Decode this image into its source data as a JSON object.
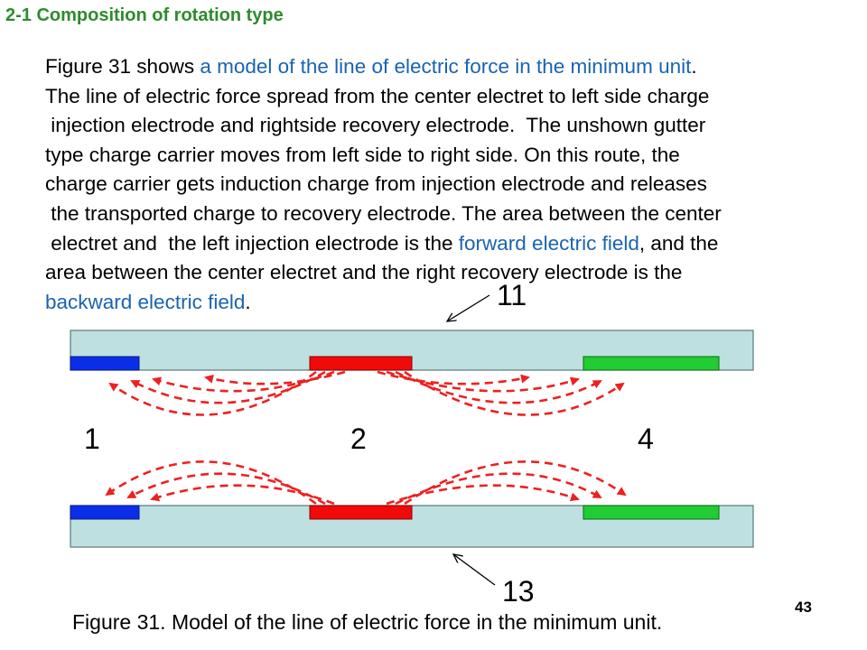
{
  "slide": {
    "title": "2-1 Composition of rotation type",
    "paragraph": [
      [
        "Figure 31 shows ",
        "a model of the line of electric force in the minimum unit",
        "."
      ],
      [
        "The line of electric force spread from the center electret to left side charge"
      ],
      [
        " injection electrode and rightside recovery electrode.  The unshown gutter"
      ],
      [
        "type charge carrier moves from left side to right side. On this route, the"
      ],
      [
        "charge carrier gets induction charge from injection electrode and releases"
      ],
      [
        " the transported charge to recovery electrode. The area between the center"
      ],
      [
        " electret and  the left injection electrode is the ",
        "forward electric field",
        ", and the"
      ],
      [
        "area between the center electret and the right recovery electrode is the"
      ],
      [
        "",
        "backward electric field",
        "."
      ]
    ],
    "caption": "Figure 31. Model of the line of electric force in the minimum unit.",
    "page_number": "43"
  },
  "diagram": {
    "labels": {
      "top_plate": "11",
      "bottom_plate": "13",
      "left_region": "1",
      "center_region": "2",
      "right_region": "4"
    },
    "colors": {
      "plate_fill": "#bfe0e0",
      "plate_stroke": "#5a7a7a",
      "injection_electrode": "#0a2ee8",
      "electret": "#f00a0a",
      "recovery_electrode": "#22cc33",
      "field_line": "#ee2020",
      "highlight_text": "#1a63b0",
      "title_text": "#2e8b2e"
    }
  }
}
